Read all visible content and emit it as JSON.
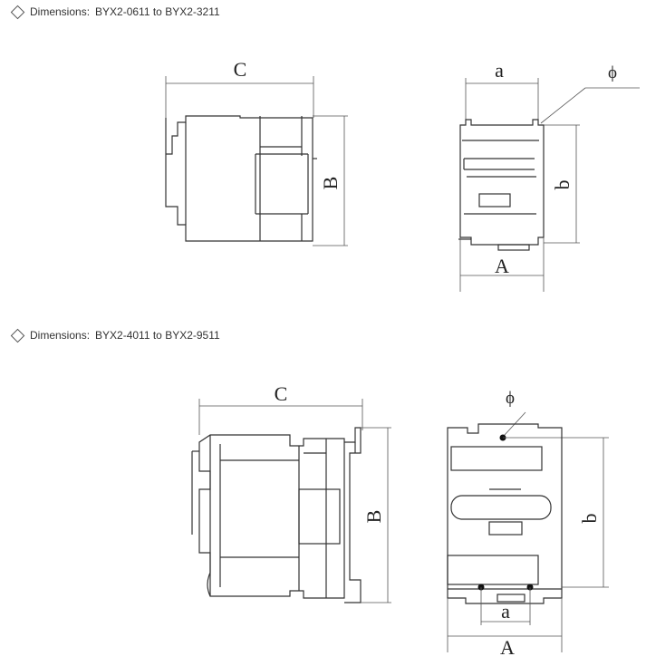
{
  "sections": [
    {
      "prefix": "Dimensions:",
      "range": "BYX2-0611 to BYX2-3211"
    },
    {
      "prefix": "Dimensions:",
      "range": "BYX2-4011 to BYX2-9511"
    }
  ],
  "labels": {
    "C": "C",
    "B": "B",
    "a": "a",
    "b": "b",
    "A": "A",
    "phi": "ϕ"
  }
}
